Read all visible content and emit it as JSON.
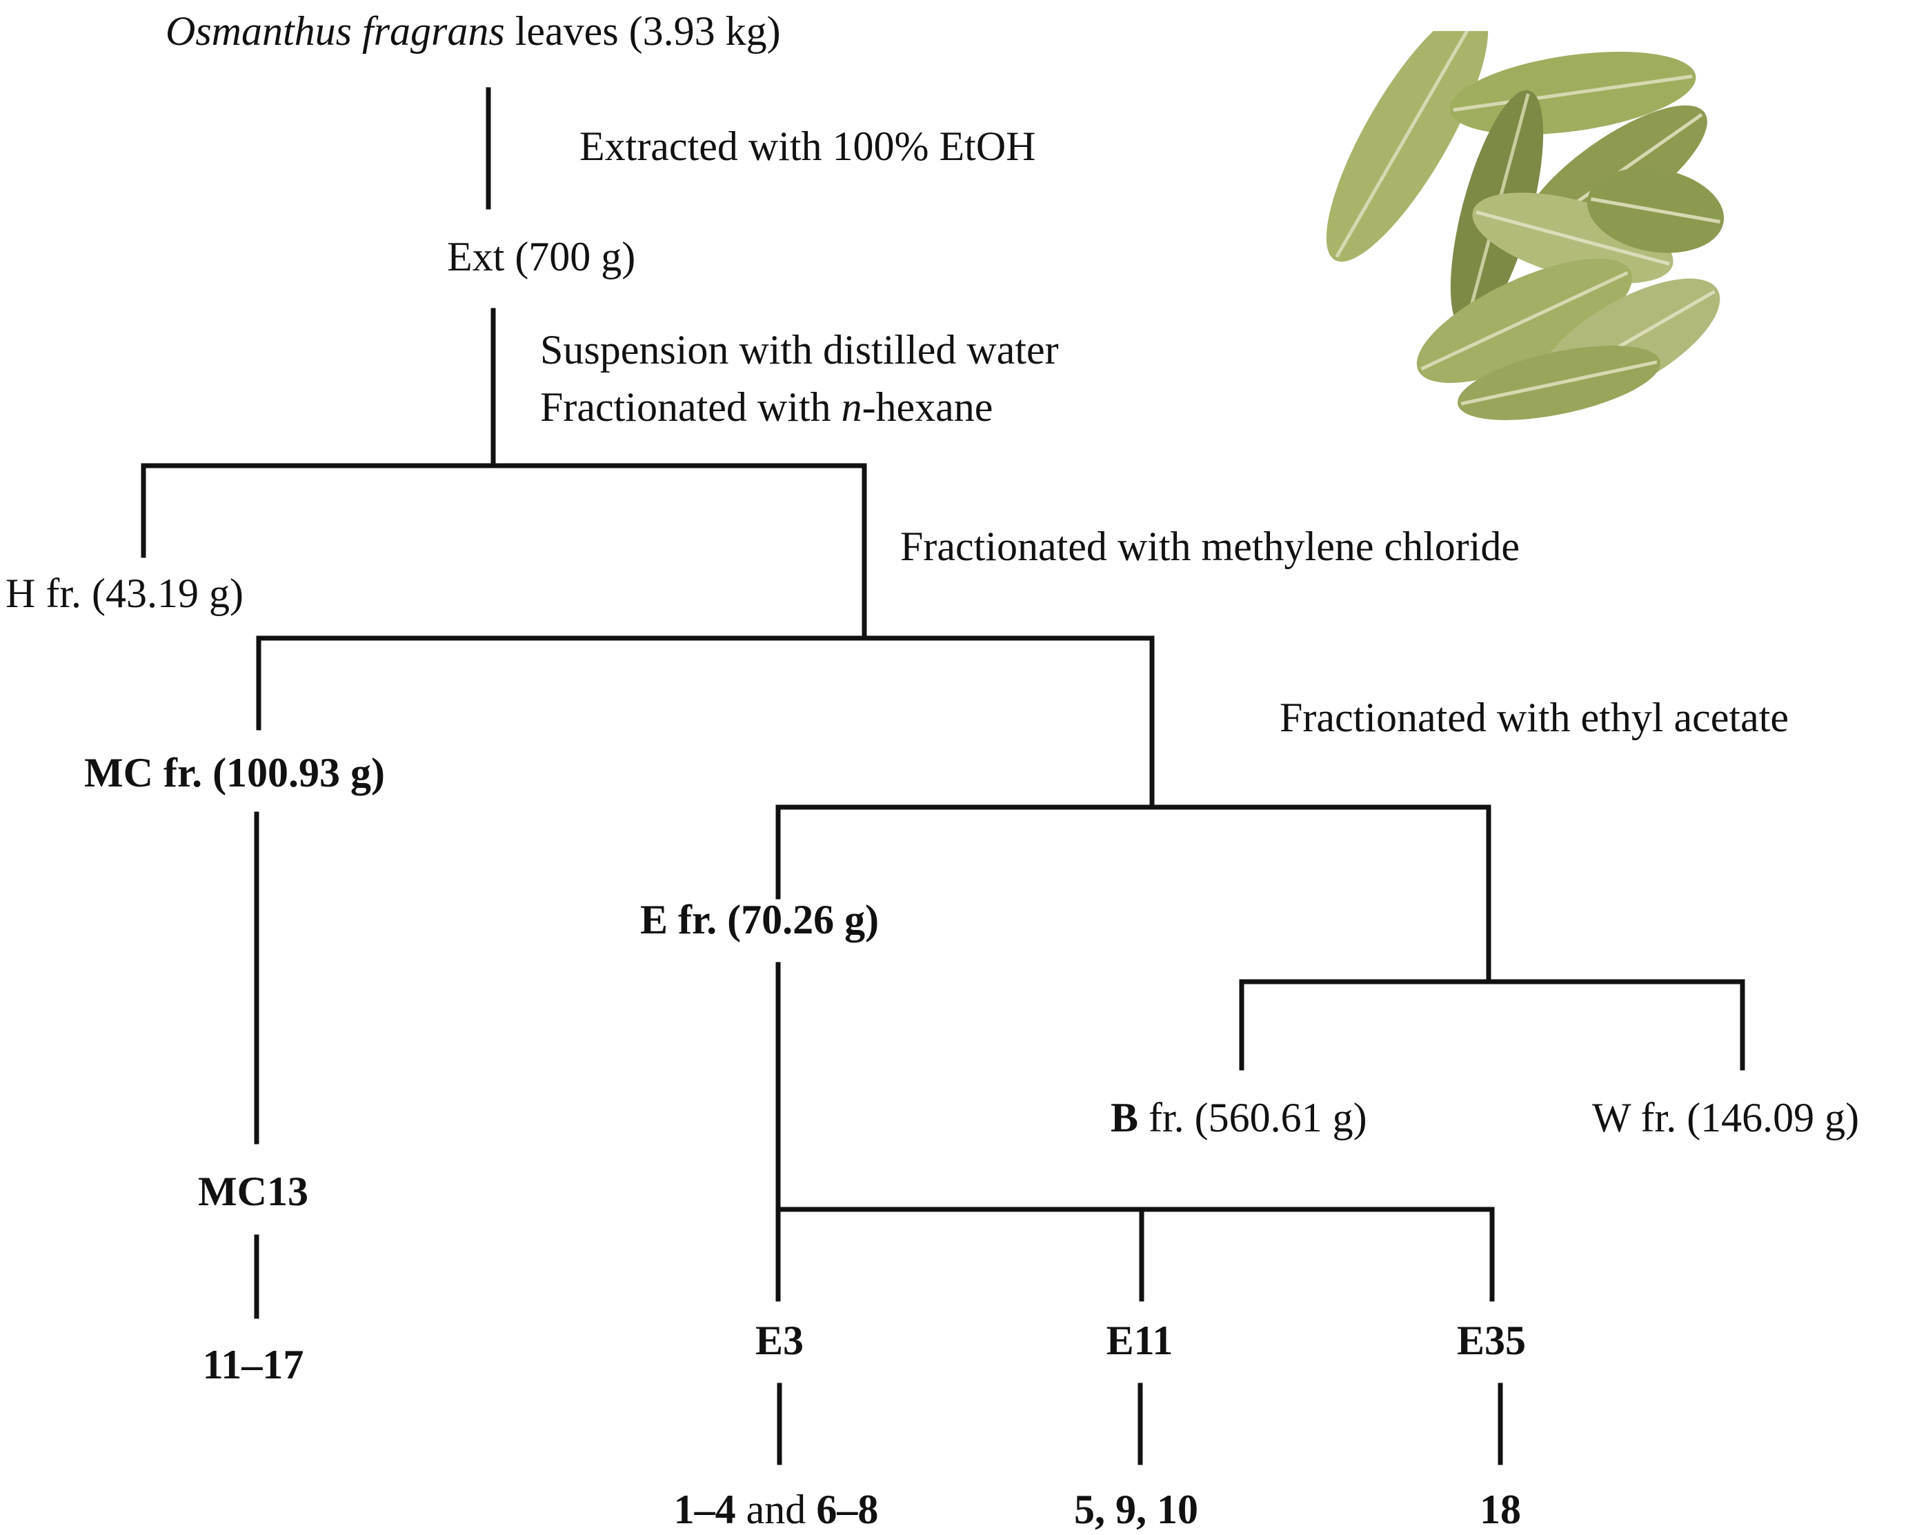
{
  "root": {
    "species": "Osmanthus fragrans",
    "rest": " leaves (3.93 kg)"
  },
  "steps": {
    "extract": "Extracted with 100% EtOH",
    "suspension": "Suspension with distilled water",
    "hexane_pre": "Fractionated with ",
    "hexane_italic": "n",
    "hexane_post": "-hexane",
    "mc": "Fractionated with methylene chloride",
    "ea": "Fractionated with ethyl acetate"
  },
  "nodes": {
    "ext": "Ext (700 g)",
    "h": "H fr. (43.19 g)",
    "mc": "MC fr. (100.93 g)",
    "e": "E fr. (70.26 g)",
    "b_bold": "B",
    "b_rest": " fr. (560.61 g)",
    "w": "W fr. (146.09 g)",
    "mc13": "MC13",
    "e3": "E3",
    "e11": "E11",
    "e35": "E35"
  },
  "compounds": {
    "mc13_a": "11–17",
    "e3_a": "1–4",
    "e3_mid": " and ",
    "e3_b": "6–8",
    "e11": "5, 9, 10",
    "e35": "18"
  },
  "colors": {
    "ink": "#111111",
    "leaf_light": "#a9b46a",
    "leaf_dark": "#7c8a45",
    "vein": "#d7d8b0"
  }
}
